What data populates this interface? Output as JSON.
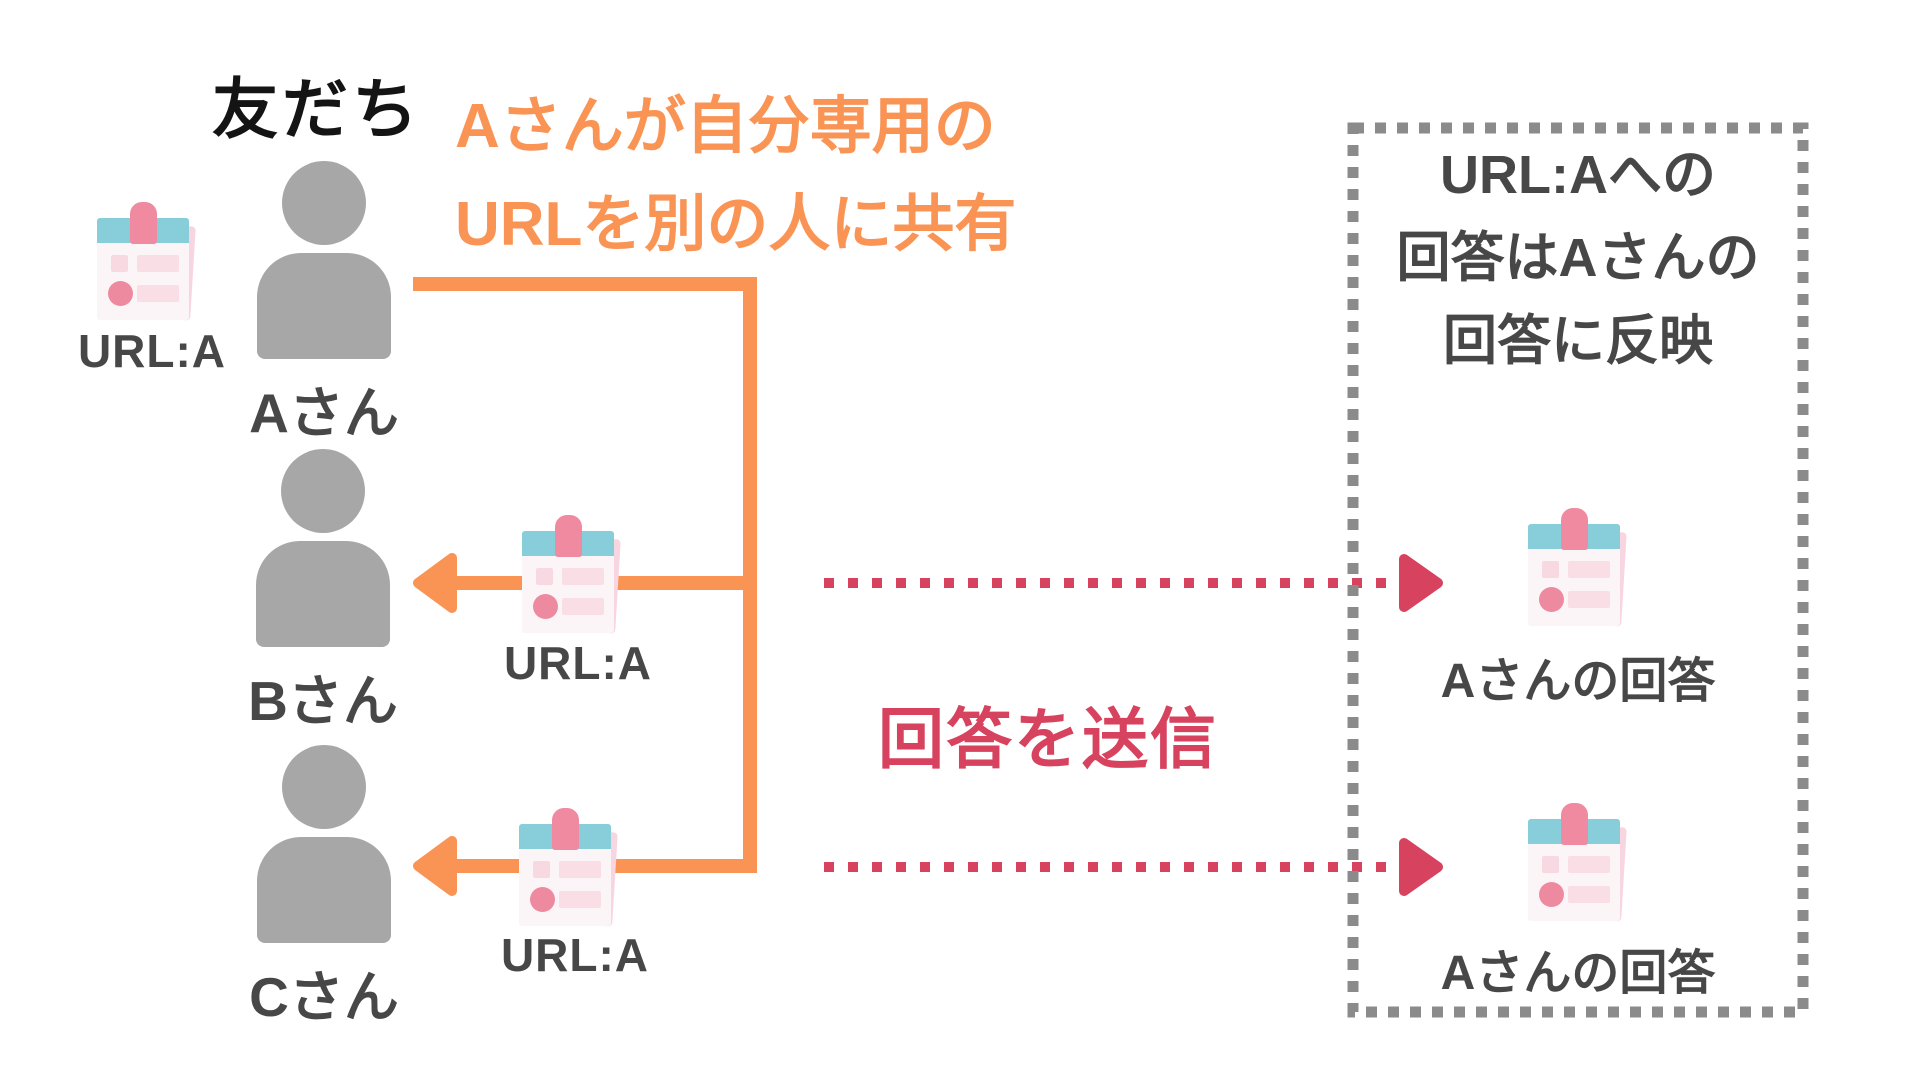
{
  "palette": {
    "orange": "#FA9455",
    "red": "#D7425E",
    "person_gray": "#A7A7A7",
    "label_gray": "#474747",
    "title_black": "#141414",
    "box_border_gray": "#8B8B8B",
    "icon_teal": "#87CEDA",
    "icon_pink": "#EE8AA0",
    "icon_light_pink": "#FADEE5",
    "icon_paper": "#FCF5F7"
  },
  "friends_title": "友だち",
  "share_note_line1": "Aさんが自分専用の",
  "share_note_line2": "URLを別の人に共有",
  "send_label": "回答を送信",
  "people": {
    "a": "Aさん",
    "b": "Bさん",
    "c": "Cさん"
  },
  "url_tags": {
    "a": "URL:A",
    "b": "URL:A",
    "c": "URL:A"
  },
  "result_box": {
    "title_line1": "URL:Aへの",
    "title_line2": "回答はAさんの",
    "title_line3": "回答に反映",
    "answer1": "Aさんの回答",
    "answer2": "Aさんの回答"
  }
}
